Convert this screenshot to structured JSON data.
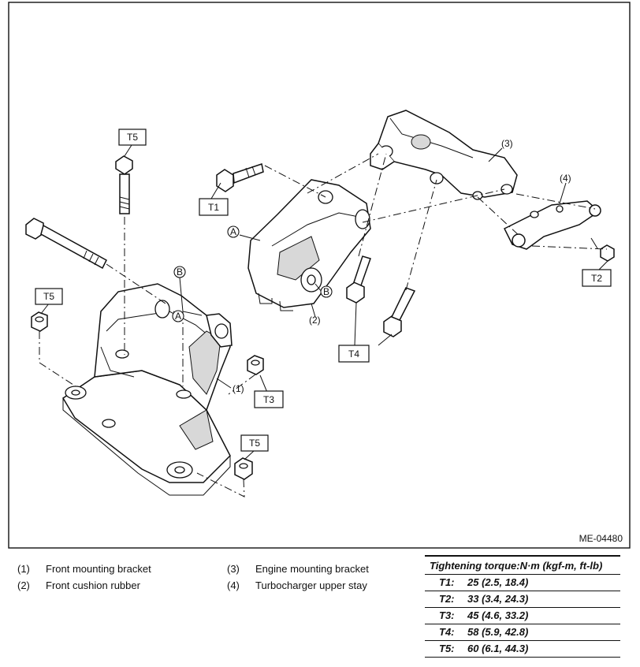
{
  "diagram": {
    "code": "ME-04480",
    "torque_tags": {
      "t1": "T1",
      "t2": "T2",
      "t3": "T3",
      "t4": "T4",
      "t5_top": "T5",
      "t5_left": "T5",
      "t5_bottom": "T5"
    },
    "callouts": {
      "p1": "(1)",
      "p2": "(2)",
      "p3": "(3)",
      "p4": "(4)",
      "a1": "A",
      "a2": "A",
      "b1": "B",
      "b2": "B"
    }
  },
  "legend": {
    "items": [
      {
        "num": "(1)",
        "label": "Front mounting bracket"
      },
      {
        "num": "(2)",
        "label": "Front cushion rubber"
      },
      {
        "num": "(3)",
        "label": "Engine mounting bracket"
      },
      {
        "num": "(4)",
        "label": "Turbocharger upper stay"
      }
    ]
  },
  "torque_table": {
    "title": "Tightening torque:N·m (kgf-m, ft-lb)",
    "rows": [
      {
        "key": "T1:",
        "value": "25 (2.5, 18.4)"
      },
      {
        "key": "T2:",
        "value": "33 (3.4, 24.3)"
      },
      {
        "key": "T3:",
        "value": "45 (4.6, 33.2)"
      },
      {
        "key": "T4:",
        "value": "58 (5.9, 42.8)"
      },
      {
        "key": "T5:",
        "value": "60 (6.1, 44.3)"
      }
    ]
  }
}
